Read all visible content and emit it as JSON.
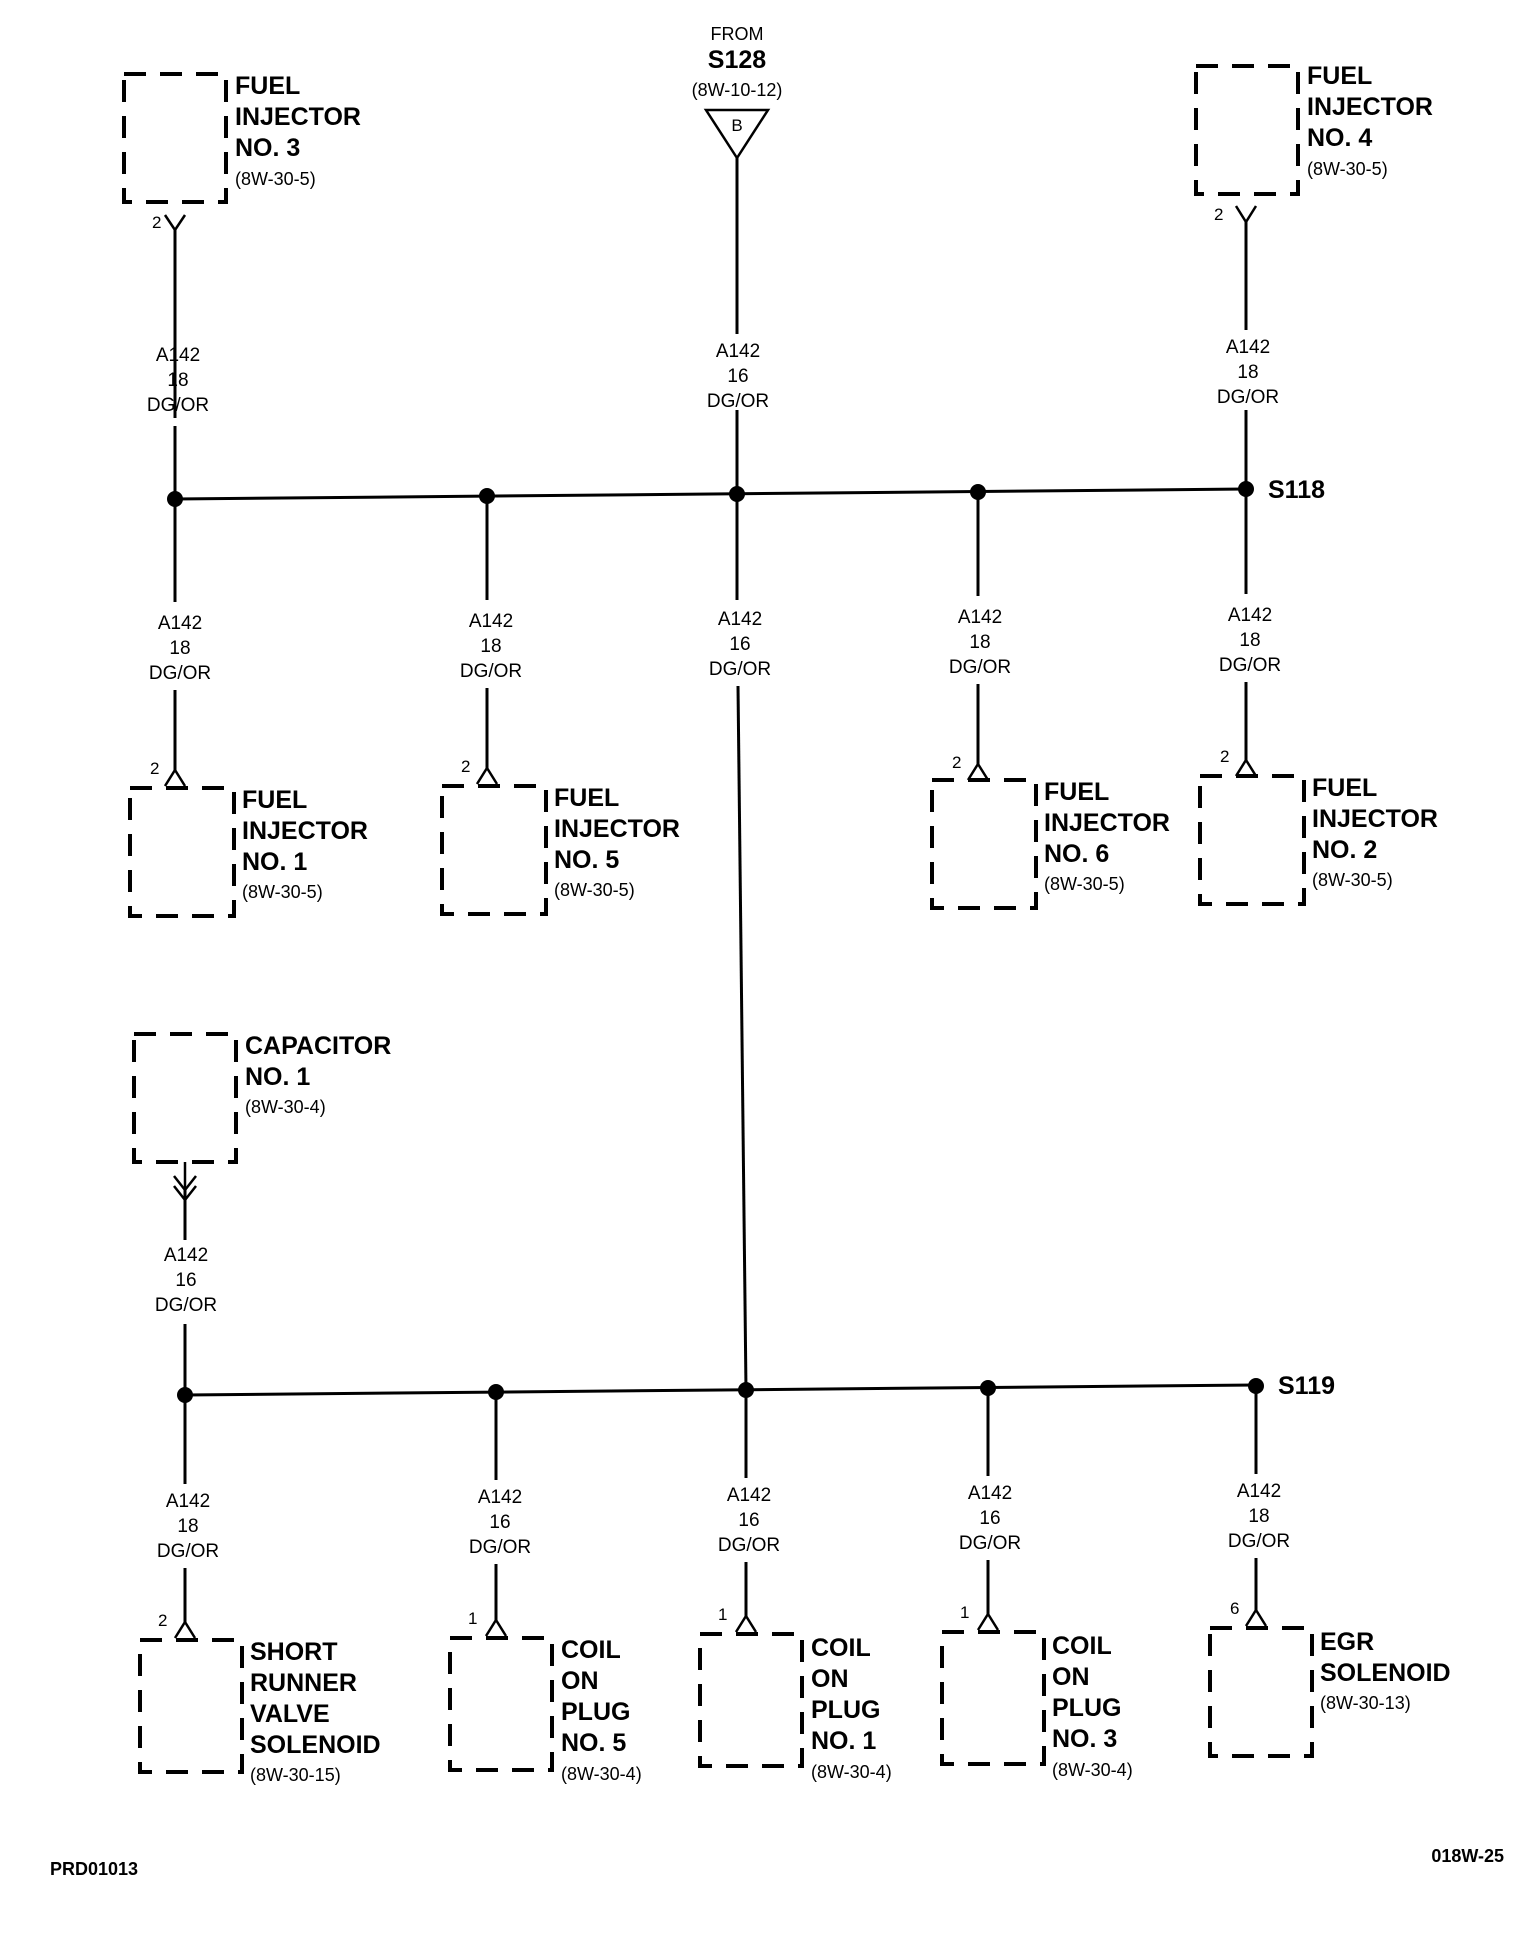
{
  "source": {
    "from_label": "FROM",
    "splice": "S128",
    "ref": "(8W-10-12)",
    "connector_letter": "B"
  },
  "splices": {
    "top": "S118",
    "bottom": "S119"
  },
  "wire_labels": {
    "top_injector3": {
      "circuit": "A142",
      "gauge": "18",
      "color": "DG/OR"
    },
    "top_source": {
      "circuit": "A142",
      "gauge": "16",
      "color": "DG/OR"
    },
    "top_injector4": {
      "circuit": "A142",
      "gauge": "18",
      "color": "DG/OR"
    },
    "mid_injector1": {
      "circuit": "A142",
      "gauge": "18",
      "color": "DG/OR"
    },
    "mid_injector5": {
      "circuit": "A142",
      "gauge": "18",
      "color": "DG/OR"
    },
    "mid_trunk": {
      "circuit": "A142",
      "gauge": "16",
      "color": "DG/OR"
    },
    "mid_injector6": {
      "circuit": "A142",
      "gauge": "18",
      "color": "DG/OR"
    },
    "mid_injector2": {
      "circuit": "A142",
      "gauge": "18",
      "color": "DG/OR"
    },
    "capacitor": {
      "circuit": "A142",
      "gauge": "16",
      "color": "DG/OR"
    },
    "bot_srv": {
      "circuit": "A142",
      "gauge": "18",
      "color": "DG/OR"
    },
    "bot_coil5": {
      "circuit": "A142",
      "gauge": "16",
      "color": "DG/OR"
    },
    "bot_coil1": {
      "circuit": "A142",
      "gauge": "16",
      "color": "DG/OR"
    },
    "bot_coil3": {
      "circuit": "A142",
      "gauge": "16",
      "color": "DG/OR"
    },
    "bot_egr": {
      "circuit": "A142",
      "gauge": "18",
      "color": "DG/OR"
    }
  },
  "components": {
    "injector3": {
      "lines": [
        "FUEL",
        "INJECTOR",
        "NO. 3"
      ],
      "ref": "(8W-30-5)",
      "pin": "2"
    },
    "injector4": {
      "lines": [
        "FUEL",
        "INJECTOR",
        "NO. 4"
      ],
      "ref": "(8W-30-5)",
      "pin": "2"
    },
    "injector1": {
      "lines": [
        "FUEL",
        "INJECTOR",
        "NO. 1"
      ],
      "ref": "(8W-30-5)",
      "pin": "2"
    },
    "injector5": {
      "lines": [
        "FUEL",
        "INJECTOR",
        "NO. 5"
      ],
      "ref": "(8W-30-5)",
      "pin": "2"
    },
    "injector6": {
      "lines": [
        "FUEL",
        "INJECTOR",
        "NO. 6"
      ],
      "ref": "(8W-30-5)",
      "pin": "2"
    },
    "injector2": {
      "lines": [
        "FUEL",
        "INJECTOR",
        "NO. 2"
      ],
      "ref": "(8W-30-5)",
      "pin": "2"
    },
    "capacitor1": {
      "lines": [
        "CAPACITOR",
        "NO. 1"
      ],
      "ref": "(8W-30-4)"
    },
    "srv_solenoid": {
      "lines": [
        "SHORT",
        "RUNNER",
        "VALVE",
        "SOLENOID"
      ],
      "ref": "(8W-30-15)",
      "pin": "2"
    },
    "coil5": {
      "lines": [
        "COIL",
        "ON",
        "PLUG",
        "NO. 5"
      ],
      "ref": "(8W-30-4)",
      "pin": "1"
    },
    "coil1": {
      "lines": [
        "COIL",
        "ON",
        "PLUG",
        "NO. 1"
      ],
      "ref": "(8W-30-4)",
      "pin": "1"
    },
    "coil3": {
      "lines": [
        "COIL",
        "ON",
        "PLUG",
        "NO. 3"
      ],
      "ref": "(8W-30-4)",
      "pin": "1"
    },
    "egr_solenoid": {
      "lines": [
        "EGR",
        "SOLENOID"
      ],
      "ref": "(8W-30-13)",
      "pin": "6"
    }
  },
  "footer": {
    "left": "PRD01013",
    "right": "018W-25"
  }
}
